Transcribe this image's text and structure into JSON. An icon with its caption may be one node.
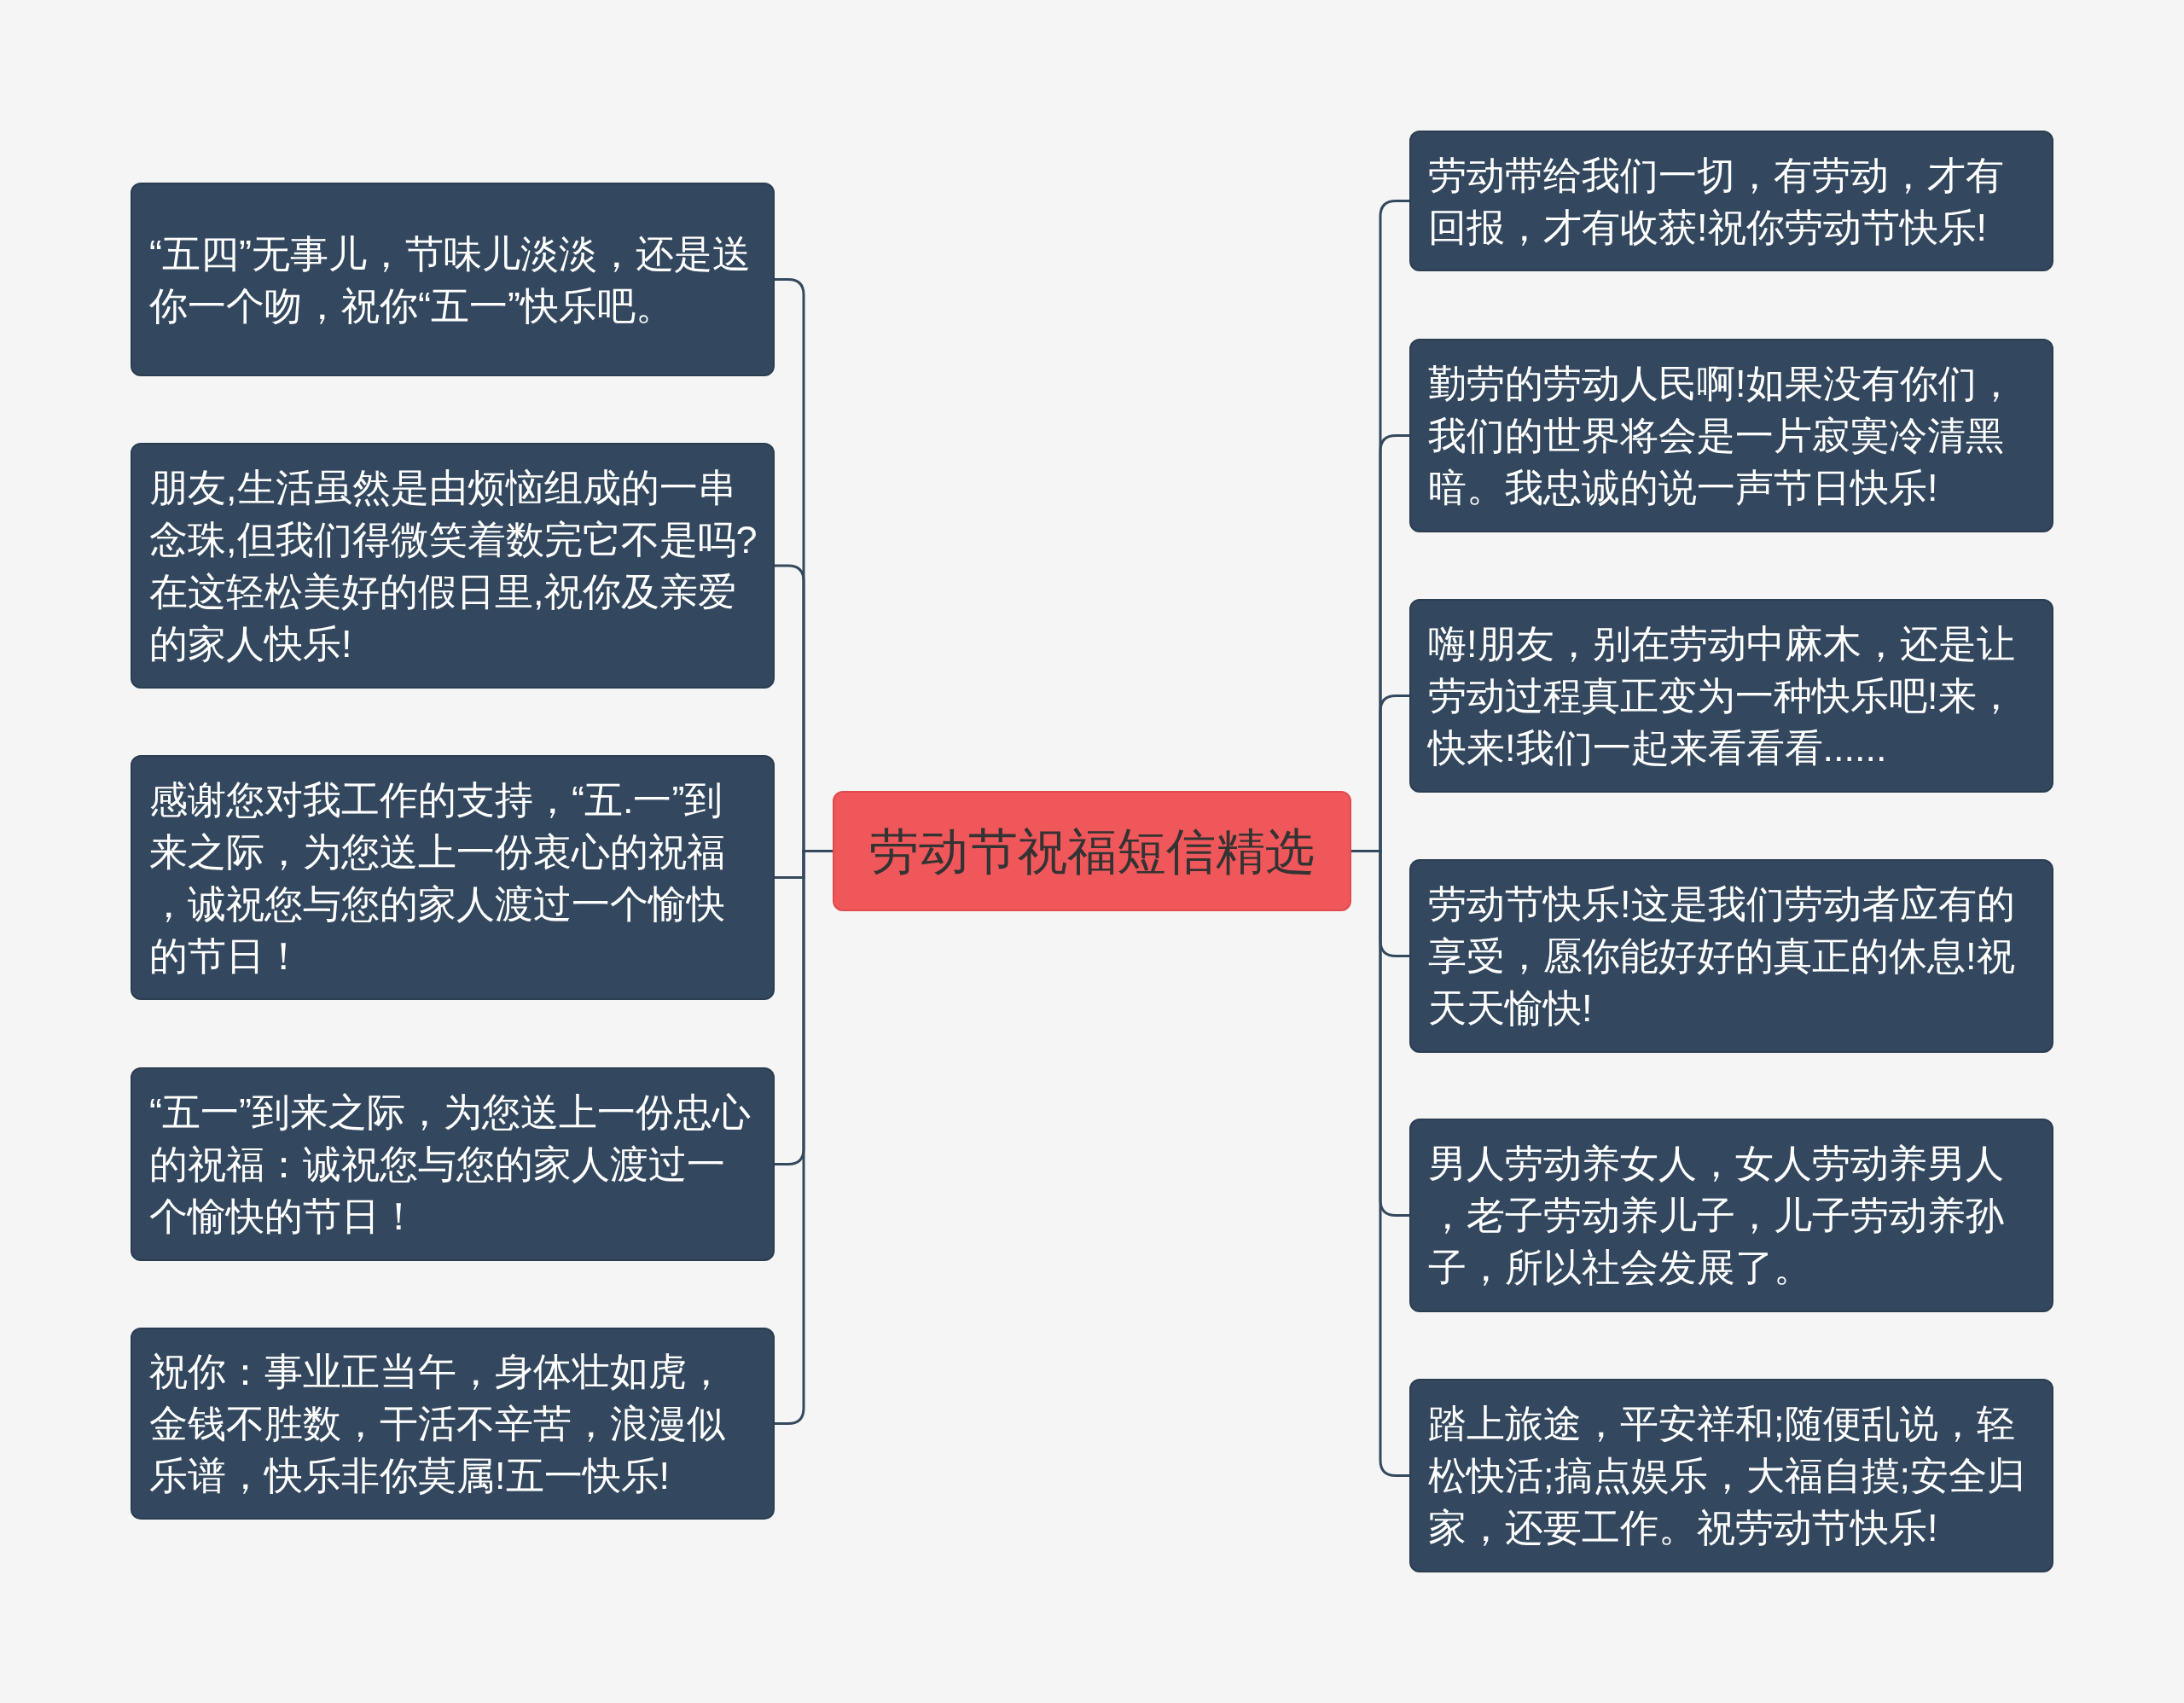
{
  "diagram": {
    "nodes": [
      {
        "text": [
          "劳动节祝福短信精选"
        ]
      },
      {
        "text": [
          "“五四”无事儿，节味儿淡淡，还是送你一个吻，祝你“五一”快乐吧。"
        ]
      },
      {
        "text": [
          "朋友,生活虽然是由烦恼组成的一串念珠,但我们得微笑着数完它不是吗?在这轻松美好的假日里,祝你及亲爱的家人快乐!"
        ]
      },
      {
        "text": [
          "感谢您对我工作的支持，“五.一”到来之际，为您送上一份衷心的祝福，诚祝您与您的家人渡过一个愉快的节日！"
        ]
      },
      {
        "text": [
          "“五一”到来之际，为您送上一份忠心的祝福：诚祝您与您的家人渡过一个愉快的节日！"
        ]
      },
      {
        "text": [
          "祝你：事业正当午，身体壮如虎，金钱不胜数，干活不辛苦，浪漫似乐谱，快乐非你莫属!五一快乐!"
        ]
      },
      {
        "text": [
          "劳动带给我们一切，有劳动，才有回报，才有收获!祝你劳动节快乐!"
        ]
      },
      {
        "text": [
          "勤劳的劳动人民啊!如果没有你们，我们的世界将会是一片寂寞冷清黑暗。我忠诚的说一声节日快乐!"
        ]
      },
      {
        "text": [
          "嗨!朋友，别在劳动中麻木，还是让劳动过程真正变为一种快乐吧!来，快来!我们一起来看看看......"
        ]
      },
      {
        "text": [
          "劳动节快乐!这是我们劳动者应有的享受，愿你能好好的真正的休息!祝天天愉快!"
        ]
      },
      {
        "text": [
          "男人劳动养女人，女人劳动养男人，老子劳动养儿子，儿子劳动养孙子，所以社会发展了。"
        ]
      },
      {
        "text": [
          "踏上旅途，平安祥和;随便乱说，轻松快活;搞点娱乐，大福自摸;安全归家，还要工作。祝劳动节快乐!"
        ]
      }
    ],
    "edges": [
      {
        "from": 0,
        "to": 1,
        "arrow": "none"
      },
      {
        "from": 0,
        "to": 2,
        "arrow": "none"
      },
      {
        "from": 0,
        "to": 3,
        "arrow": "none"
      },
      {
        "from": 0,
        "to": 4,
        "arrow": "none"
      },
      {
        "from": 0,
        "to": 5,
        "arrow": "none"
      },
      {
        "from": 0,
        "to": 6,
        "arrow": "none"
      },
      {
        "from": 0,
        "to": 7,
        "arrow": "none"
      },
      {
        "from": 0,
        "to": 8,
        "arrow": "none"
      },
      {
        "from": 0,
        "to": 9,
        "arrow": "none"
      },
      {
        "from": 0,
        "to": 10,
        "arrow": "none"
      },
      {
        "from": 0,
        "to": 11,
        "arrow": "none"
      }
    ]
  }
}
